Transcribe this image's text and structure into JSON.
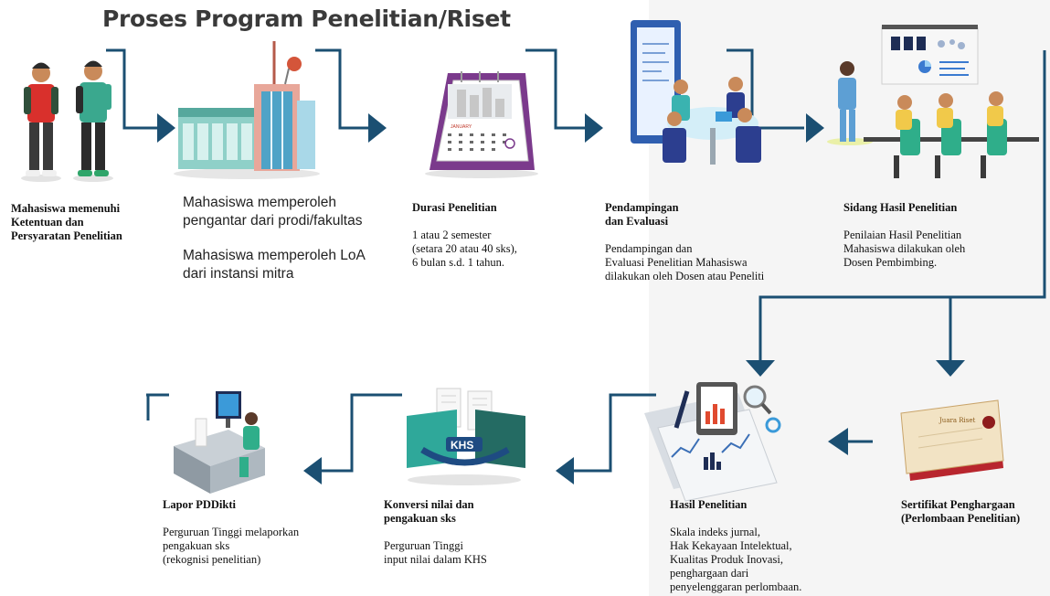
{
  "title": "Proses Program Penelitian/Riset",
  "colors": {
    "navy": "#1b4f72",
    "arrow": "#1b4f72"
  },
  "steps": {
    "s1": {
      "title_lines": [
        "Mahasiswa memenuhi",
        "Ketentuan dan",
        "Persyaratan Penelitian"
      ]
    },
    "s2": {
      "lines_a": [
        "Mahasiswa memperoleh",
        "pengantar dari prodi/fakultas"
      ],
      "lines_b": [
        "Mahasiswa memperoleh LoA",
        "dari instansi mitra"
      ]
    },
    "s3": {
      "title": "Durasi Penelitian",
      "desc_lines": [
        "1 atau 2 semester",
        "(setara 20 atau 40 sks),",
        "6 bulan s.d. 1 tahun."
      ]
    },
    "s4": {
      "title_lines": [
        "Pendampingan",
        "dan Evaluasi"
      ],
      "desc_lines": [
        "Pendampingan dan",
        "Evaluasi Penelitian Mahasiswa",
        "dilakukan oleh Dosen atau Peneliti"
      ]
    },
    "s5": {
      "title": "Sidang Hasil Penelitian",
      "desc_lines": [
        "Penilaian Hasil Penelitian",
        "Mahasiswa dilakukan oleh",
        "Dosen Pembimbing."
      ]
    },
    "s6": {
      "title_lines": [
        "Sertifikat Penghargaan",
        "(Perlombaan Penelitian)"
      ],
      "cert_text": "Juara Riset"
    },
    "s7": {
      "title": "Hasil Penelitian",
      "desc_lines": [
        "Skala indeks jurnal,",
        "Hak Kekayaan Intelektual,",
        "Kualitas Produk Inovasi,",
        "penghargaan dari",
        "penyelenggaran perlombaan."
      ]
    },
    "s8": {
      "title_lines": [
        "Konversi nilai dan",
        "pengakuan sks"
      ],
      "desc_lines": [
        "Perguruan Tinggi",
        "input nilai dalam KHS"
      ],
      "badge": "KHS"
    },
    "s9": {
      "title": "Lapor PDDikti",
      "desc_lines": [
        "Perguruan Tinggi melaporkan",
        "pengakuan sks",
        "(rekognisi penelitian)"
      ]
    }
  }
}
